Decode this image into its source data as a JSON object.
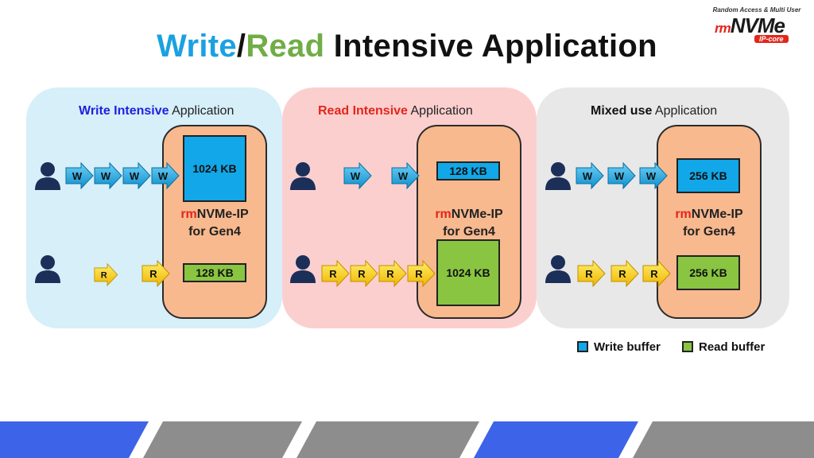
{
  "title": {
    "part1": "Write",
    "sep": "/",
    "part2": "Read",
    "rest": " Intensive Application"
  },
  "logo": {
    "subtitle": "Random Access & Multi User",
    "prefix": "rm",
    "name": "NVMe",
    "tag": "IP-core"
  },
  "panels": [
    {
      "title_em": "Write Intensive",
      "title_rest": " Application",
      "ip_prefix": "rm",
      "ip_name": "NVMe-IP",
      "ip_line2": "for Gen4",
      "write_buffer": "1024 KB",
      "read_buffer": "128 KB",
      "write_arrows": [
        "W",
        "W",
        "W",
        "W"
      ],
      "read_arrows": [
        "R",
        "R"
      ]
    },
    {
      "title_em": "Read Intensive",
      "title_rest": " Application",
      "ip_prefix": "rm",
      "ip_name": "NVMe-IP",
      "ip_line2": "for Gen4",
      "write_buffer": "128 KB",
      "read_buffer": "1024 KB",
      "write_arrows": [
        "W",
        "W"
      ],
      "read_arrows": [
        "R",
        "R",
        "R",
        "R"
      ]
    },
    {
      "title_em": "Mixed use",
      "title_rest": " Application",
      "ip_prefix": "rm",
      "ip_name": "NVMe-IP",
      "ip_line2": "for Gen4",
      "write_buffer": "256 KB",
      "read_buffer": "256 KB",
      "write_arrows": [
        "W",
        "W",
        "W"
      ],
      "read_arrows": [
        "R",
        "R",
        "R"
      ]
    }
  ],
  "legend": {
    "write": "Write buffer",
    "read": "Read buffer"
  },
  "colors": {
    "write_blue": "#11a7e8",
    "read_green": "#89c541",
    "ip_orange": "#f8b98f",
    "arrow_yellow": "#ffc90e",
    "accent_red": "#e3261b",
    "write_title_blue": "#1f1fe0",
    "panel_blue": "#d6eff9",
    "panel_pink": "#fccfcf",
    "panel_gray": "#e8e8e8",
    "user_navy": "#1b2f59"
  },
  "icons": [
    "user-icon",
    "write-arrow-icon",
    "read-arrow-icon"
  ]
}
